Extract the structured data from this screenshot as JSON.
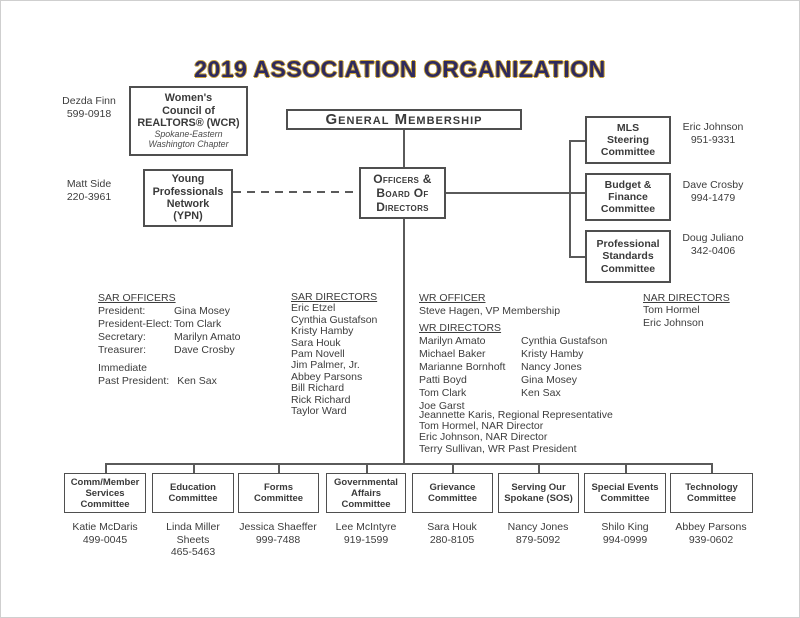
{
  "title": "2019 ASSOCIATION ORGANIZATION",
  "colors": {
    "title_fill": "#2e2a5e",
    "title_outline": "#c9a23a",
    "line": "#5a5a5a",
    "box_border": "#4f4f4f"
  },
  "boxes": {
    "wcr": {
      "title_lines": [
        "Women's",
        "Council of",
        "REALTORS® (WCR)"
      ],
      "subtitle_lines": [
        "Spokane-Eastern",
        "Washington Chapter"
      ]
    },
    "general_membership": {
      "label": "General Membership"
    },
    "ypn": {
      "title_lines": [
        "Young",
        "Professionals",
        "Network",
        "(YPN)"
      ]
    },
    "officers_board": {
      "title_lines": [
        "Officers &",
        "Board Of",
        "Directors"
      ]
    },
    "mls": {
      "title_lines": [
        "MLS",
        "Steering",
        "Committee"
      ]
    },
    "budget": {
      "title_lines": [
        "Budget &",
        "Finance",
        "Committee"
      ]
    },
    "professional_standards": {
      "title_lines": [
        "Professional",
        "Standards",
        "Committee"
      ]
    }
  },
  "side_contacts": {
    "wcr": [
      "Dezda Finn",
      "599-0918"
    ],
    "ypn": [
      "Matt Side",
      "220-3961"
    ],
    "mls": [
      "Eric Johnson",
      "951-9331"
    ],
    "budget": [
      "Dave Crosby",
      "994-1479"
    ],
    "professional_standards": [
      "Doug Juliano",
      "342-0406"
    ]
  },
  "sar_officers": {
    "header": "SAR OFFICERS",
    "rows": [
      {
        "label": "President:",
        "value": "Gina Mosey"
      },
      {
        "label": "President-Elect:",
        "value": "Tom Clark"
      },
      {
        "label": "Secretary:",
        "value": "Marilyn Amato"
      },
      {
        "label": "Treasurer:",
        "value": "Dave Crosby"
      }
    ],
    "immediate_label": "Immediate",
    "past_president_label": "Past President:",
    "past_president_value": "Ken Sax"
  },
  "sar_directors": {
    "header": "SAR DIRECTORS",
    "names": [
      "Eric Etzel",
      "Cynthia Gustafson",
      "Kristy Hamby",
      "Sara Houk",
      "Pam Novell",
      "Jim Palmer, Jr.",
      "Abbey Parsons",
      "Bill Richard",
      "Rick Richard",
      "Taylor Ward"
    ]
  },
  "wr_officer": {
    "header": "WR OFFICER",
    "name": "Steve Hagen, VP Membership"
  },
  "wr_directors": {
    "header": "WR DIRECTORS",
    "col1": [
      "Marilyn Amato",
      "Michael Baker",
      "Marianne Bornhoft",
      "Patti Boyd",
      "Tom Clark",
      "Joe Garst"
    ],
    "col2": [
      "Cynthia Gustafson",
      "Kristy Hamby",
      "Nancy Jones",
      "Gina Mosey",
      "Ken Sax"
    ]
  },
  "wr_notes": [
    "Jeannette Karis, Regional Representative",
    "Tom Hormel, NAR Director",
    "Eric Johnson, NAR Director",
    "Terry Sullivan, WR Past President"
  ],
  "nar_directors": {
    "header": "NAR DIRECTORS",
    "names": [
      "Tom Hormel",
      "Eric Johnson"
    ]
  },
  "committees": [
    {
      "title_lines": [
        "Comm/Member",
        "Services",
        "Committee"
      ],
      "contact_lines": [
        "Katie McDaris",
        "499-0045"
      ]
    },
    {
      "title_lines": [
        "Education",
        "Committee"
      ],
      "contact_lines": [
        "Linda Miller",
        "Sheets",
        "465-5463"
      ]
    },
    {
      "title_lines": [
        "Forms",
        "Committee"
      ],
      "contact_lines": [
        "Jessica Shaeffer",
        "999-7488"
      ]
    },
    {
      "title_lines": [
        "Governmental",
        "Affairs",
        "Committee"
      ],
      "contact_lines": [
        "Lee McIntyre",
        "919-1599"
      ]
    },
    {
      "title_lines": [
        "Grievance",
        "Committee"
      ],
      "contact_lines": [
        "Sara Houk",
        "280-8105"
      ]
    },
    {
      "title_lines": [
        "Serving Our",
        "Spokane (SOS)"
      ],
      "contact_lines": [
        "Nancy Jones",
        "879-5092"
      ]
    },
    {
      "title_lines": [
        "Special Events",
        "Committee"
      ],
      "contact_lines": [
        "Shilo King",
        "994-0999"
      ]
    },
    {
      "title_lines": [
        "Technology",
        "Committee"
      ],
      "contact_lines": [
        "Abbey Parsons",
        "939-0602"
      ]
    }
  ]
}
